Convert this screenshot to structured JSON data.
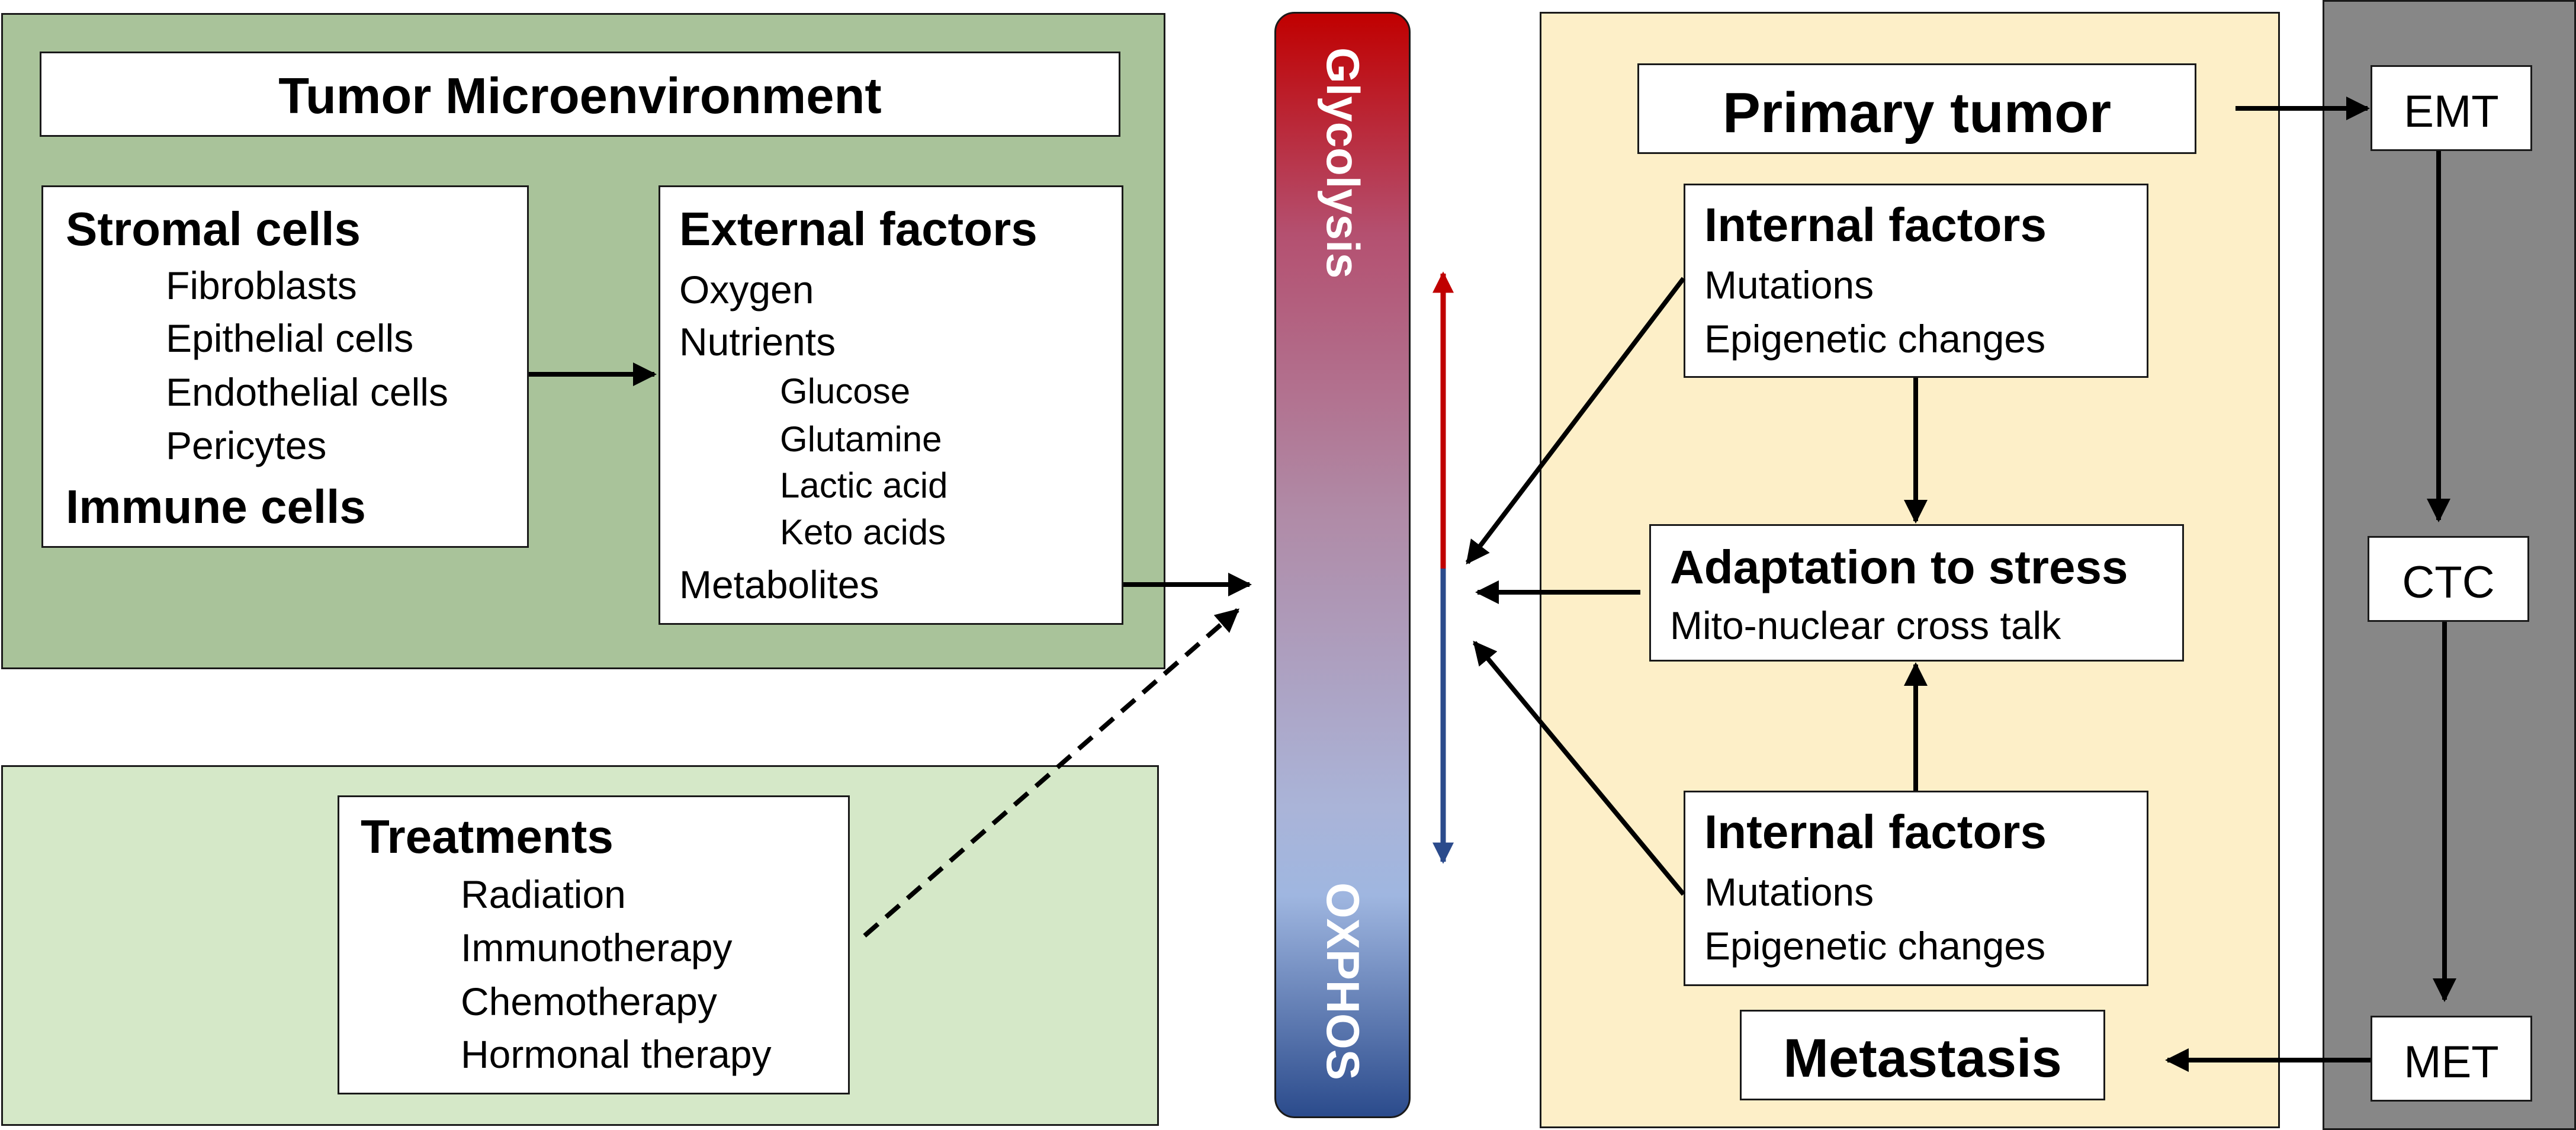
{
  "tme": {
    "title": "Tumor Microenvironment",
    "stromal": {
      "heading": "Stromal cells",
      "items": [
        "Fibroblasts",
        "Epithelial cells",
        "Endothelial cells",
        "Pericytes"
      ],
      "immune": "Immune cells"
    },
    "external": {
      "heading": "External factors",
      "items": [
        "Oxygen",
        "Nutrients"
      ],
      "nutrients": [
        "Glucose",
        "Glutamine",
        "Lactic acid",
        "Keto acids"
      ],
      "metabolites": "Metabolites"
    }
  },
  "treatments": {
    "heading": "Treatments",
    "items": [
      "Radiation",
      "Immunotherapy",
      "Chemotherapy",
      "Hormonal therapy"
    ]
  },
  "gradient": {
    "top_label": "Glycolysis",
    "bottom_label": "OXPHOS",
    "top_color": "#c00000",
    "mid_color": "#aab4d8",
    "bottom_color": "#2b4b8c"
  },
  "tumor": {
    "primary": "Primary tumor",
    "internal_top": {
      "heading": "Internal factors",
      "items": [
        "Mutations",
        "Epigenetic changes"
      ]
    },
    "adaptation": {
      "heading": "Adaptation to stress",
      "detail": "Mito-nuclear cross talk"
    },
    "internal_bottom": {
      "heading": "Internal factors",
      "items": [
        "Mutations",
        "Epigenetic changes"
      ]
    },
    "metastasis": "Metastasis"
  },
  "cascade": {
    "emt": "EMT",
    "ctc": "CTC",
    "met": "MET"
  },
  "colors": {
    "tme_bg": "#a9c39a",
    "treat_bg": "#d5e8c8",
    "tumor_bg": "#fdefc8",
    "cascade_bg": "#878787"
  }
}
